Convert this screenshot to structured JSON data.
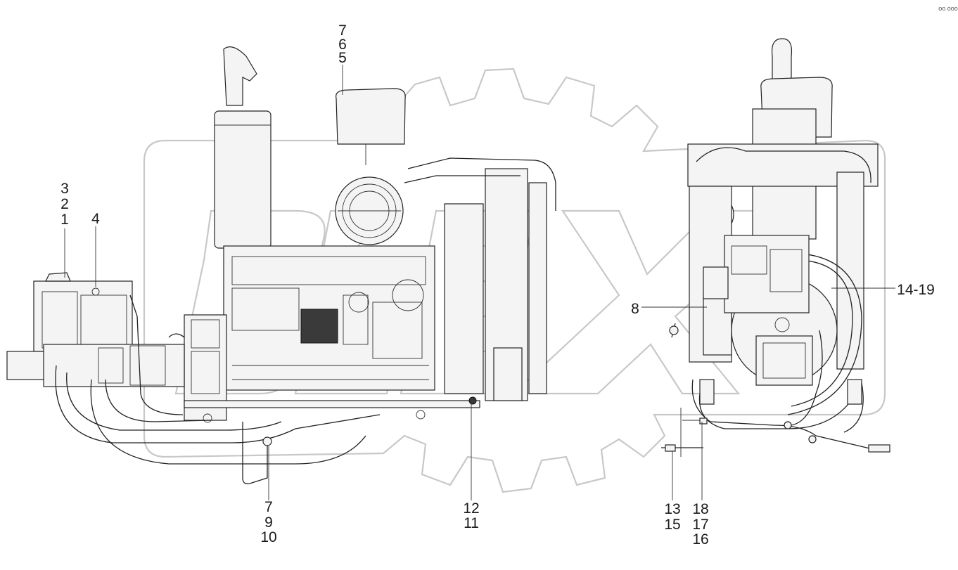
{
  "diagram": {
    "callouts": {
      "c_3": "3",
      "c_2": "2",
      "c_1": "1",
      "c_4": "4",
      "c_7_top": "7",
      "c_6": "6",
      "c_5": "5",
      "c_7_bottom": "7",
      "c_9": "9",
      "c_10": "10",
      "c_12": "12",
      "c_11": "11",
      "c_8": "8",
      "c_14_19": "14-19",
      "c_13": "13",
      "c_15": "15",
      "c_18": "18",
      "c_17": "17",
      "c_16": "16"
    },
    "watermark_logo": "Vgear / Elex logo",
    "corner_mark": "oo ooo"
  }
}
